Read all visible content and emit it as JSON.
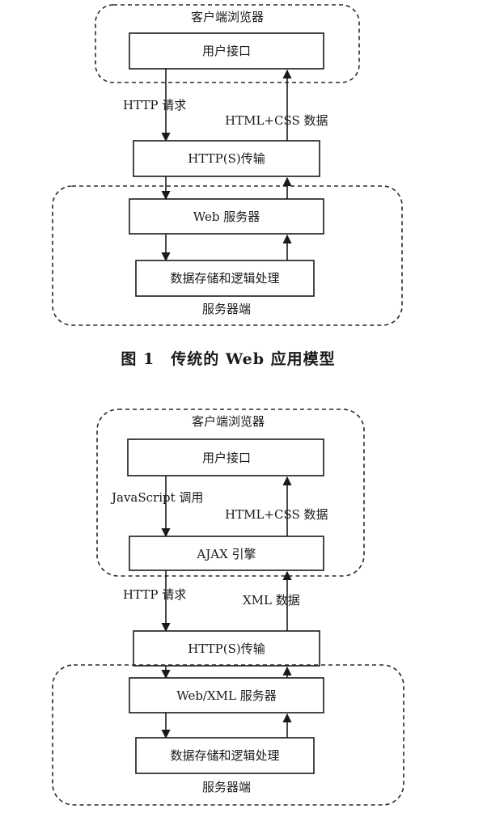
{
  "figure1": {
    "client_group": "客户端浏览器",
    "user_interface": "用户接口",
    "http_request": "HTTP 请求",
    "html_css_data": "HTML+CSS 数据",
    "transport": "HTTP(S)传输",
    "web_server": "Web 服务器",
    "storage_logic": "数据存储和逻辑处理",
    "server_group": "服务器端",
    "caption": "图 1　传统的 Web 应用模型"
  },
  "figure2": {
    "client_group": "客户端浏览器",
    "user_interface": "用户接口",
    "js_call": "JavaScript 调用",
    "html_css_data": "HTML+CSS 数据",
    "ajax_engine": "AJAX 引擎",
    "http_request": "HTTP 请求",
    "xml_data": "XML 数据",
    "transport": "HTTP(S)传输",
    "web_xml_server": "Web/XML 服务器",
    "storage_logic": "数据存储和逻辑处理",
    "server_group": "服务器端"
  }
}
